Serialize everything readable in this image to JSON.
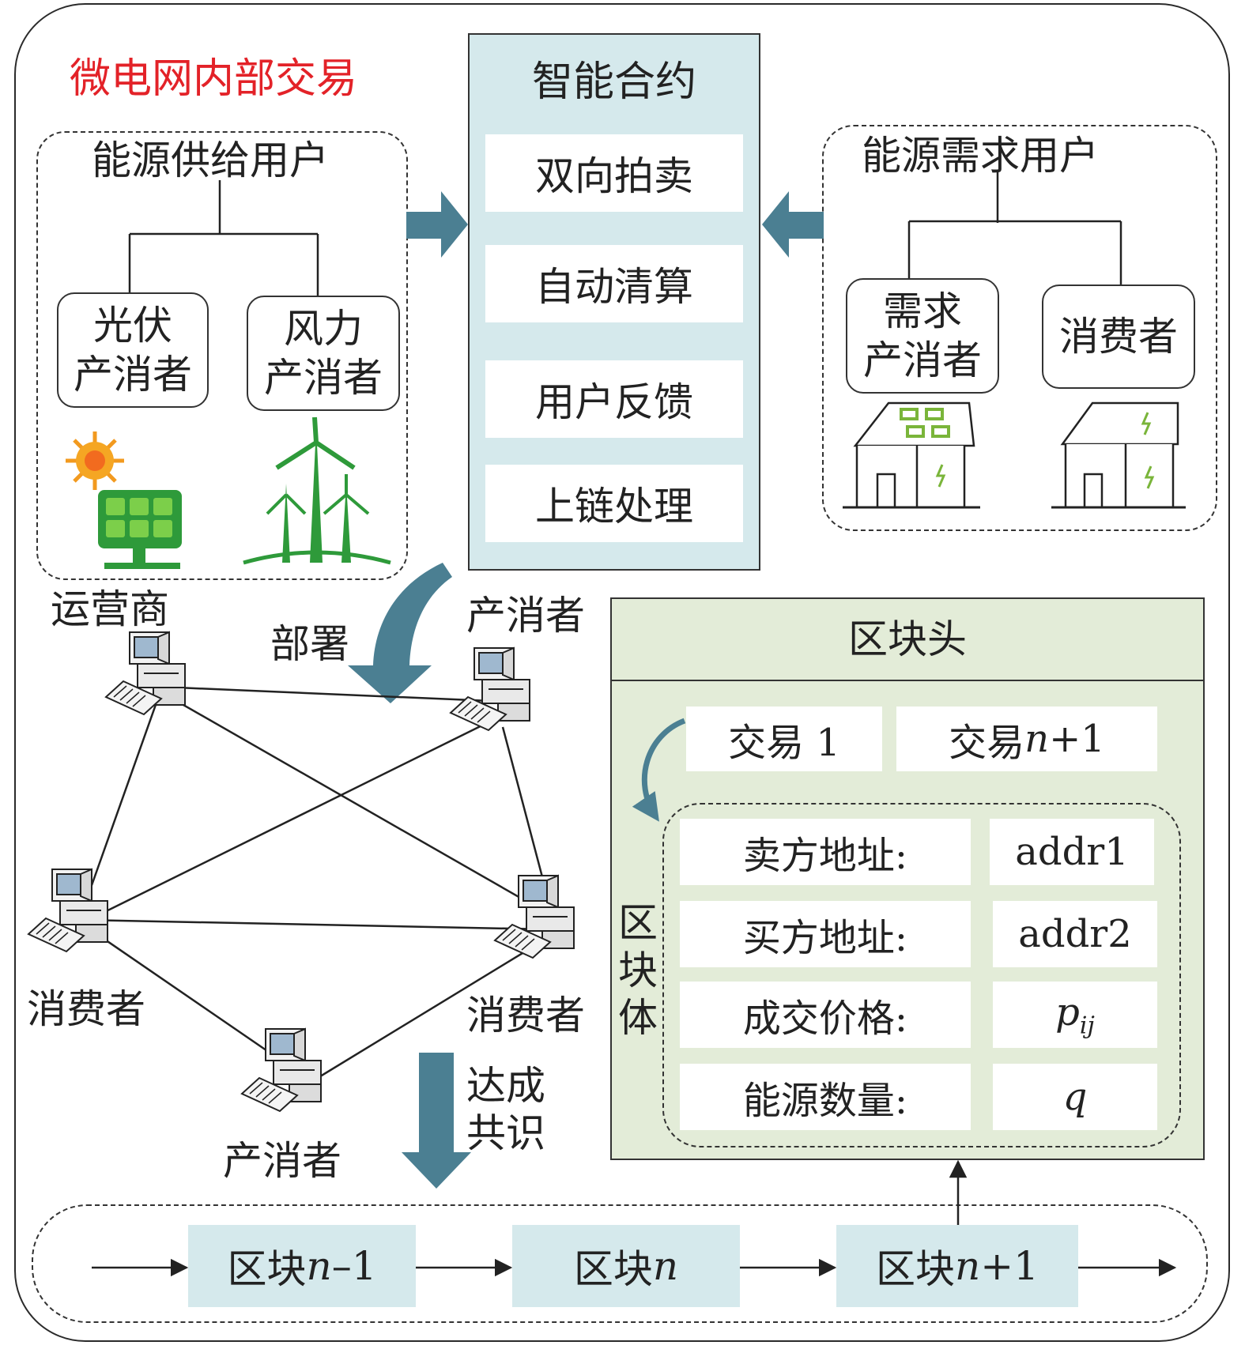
{
  "colors": {
    "title_red": "#e32228",
    "teal_arrow": "#4b7f92",
    "light_blue_panel": "#d5e9ec",
    "light_green_panel": "#e3ecd8",
    "sun_orange": "#f29a1f",
    "plant_green": "#2e9a3a",
    "leaf_green": "#7ab53a"
  },
  "title": "微电网内部交易",
  "supply": {
    "label": "能源供给用户",
    "pv": [
      "光伏",
      "产消者"
    ],
    "wind": [
      "风力",
      "产消者"
    ]
  },
  "smart_contract": {
    "title": "智能合约",
    "items": [
      "双向拍卖",
      "自动清算",
      "用户反馈",
      "上链处理"
    ]
  },
  "demand": {
    "label": "能源需求用户",
    "prosumer": [
      "需求",
      "产消者"
    ],
    "consumer": "消费者"
  },
  "network": {
    "deploy": "部署",
    "operator": "运营商",
    "prosumer_top": "产消者",
    "consumer_left": "消费者",
    "consumer_right": "消费者",
    "prosumer_bottom": "产消者",
    "consensus": [
      "达成",
      "共识"
    ]
  },
  "block": {
    "header": "区块头",
    "tx1": "交易 1",
    "txn_prefix": "交易 ",
    "txn_var": "n",
    "txn_suffix": "+1",
    "body_label": [
      "区",
      "块",
      "体"
    ],
    "fields": [
      {
        "label": "卖方地址:",
        "value": "addr1"
      },
      {
        "label": "买方地址:",
        "value": "addr2"
      },
      {
        "label": "成交价格:",
        "value": "p",
        "sub": "ij"
      },
      {
        "label": "能源数量:",
        "value": "q"
      }
    ]
  },
  "chain": [
    {
      "prefix": "区块 ",
      "var": "n",
      "suffix": "–1"
    },
    {
      "prefix": "区块 ",
      "var": "n",
      "suffix": ""
    },
    {
      "prefix": "区块 ",
      "var": "n",
      "suffix": "+1"
    }
  ],
  "icons": [
    "sun-icon",
    "solar-panel-icon",
    "wind-turbine-icon",
    "house-solar-icon",
    "house-icon",
    "computer-icon"
  ]
}
